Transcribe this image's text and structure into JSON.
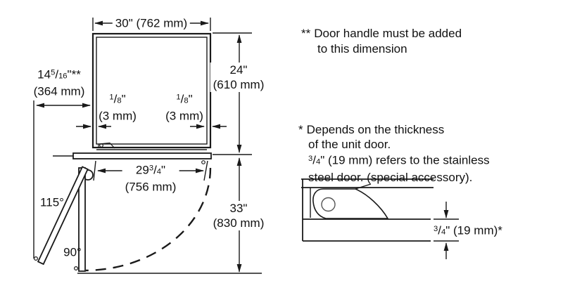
{
  "colors": {
    "ink": "#1a1a1a",
    "bg": "#ffffff",
    "hinge_pin": "#555555"
  },
  "plan": {
    "dim_width": {
      "text": "30\" (762 mm)"
    },
    "dim_height": {
      "in": "24\"",
      "mm": "(610 mm)"
    },
    "dim_swing_depth": {
      "in": "33\"",
      "mm": "(830 mm)"
    },
    "dim_door_protrusion": {
      "whole": "14",
      "num": "5",
      "slash": "/",
      "den": "16",
      "suffix": "\"**",
      "mm": "(364 mm)"
    },
    "dim_gap_left": {
      "num": "1",
      "slash": "/",
      "den": "8",
      "suffix": "\"",
      "mm": "(3 mm)"
    },
    "dim_gap_right": {
      "num": "1",
      "slash": "/",
      "den": "8",
      "suffix": "\"",
      "mm": "(3 mm)"
    },
    "dim_door_width": {
      "whole": "29",
      "num": "3",
      "slash": "/",
      "den": "4",
      "suffix": "\"",
      "mm": "(756 mm)"
    },
    "angle_max": "115°",
    "angle_90": "90°"
  },
  "section": {
    "dim_thickness": {
      "num": "3",
      "slash": "/",
      "den": "4",
      "suffix": "\" (19 mm)*"
    }
  },
  "notes": {
    "handle": {
      "marker": "**",
      "line1": "Door handle must be added",
      "line2": "to this dimension"
    },
    "thickness": {
      "marker": "*",
      "line1": "Depends on the thickness",
      "line2": "of the unit door.",
      "line3_num": "3",
      "line3_slash": "/",
      "line3_den": "4",
      "line3_rest": "\" (19 mm) refers to the stainless",
      "line4": "steel door. (special accessory)."
    }
  }
}
